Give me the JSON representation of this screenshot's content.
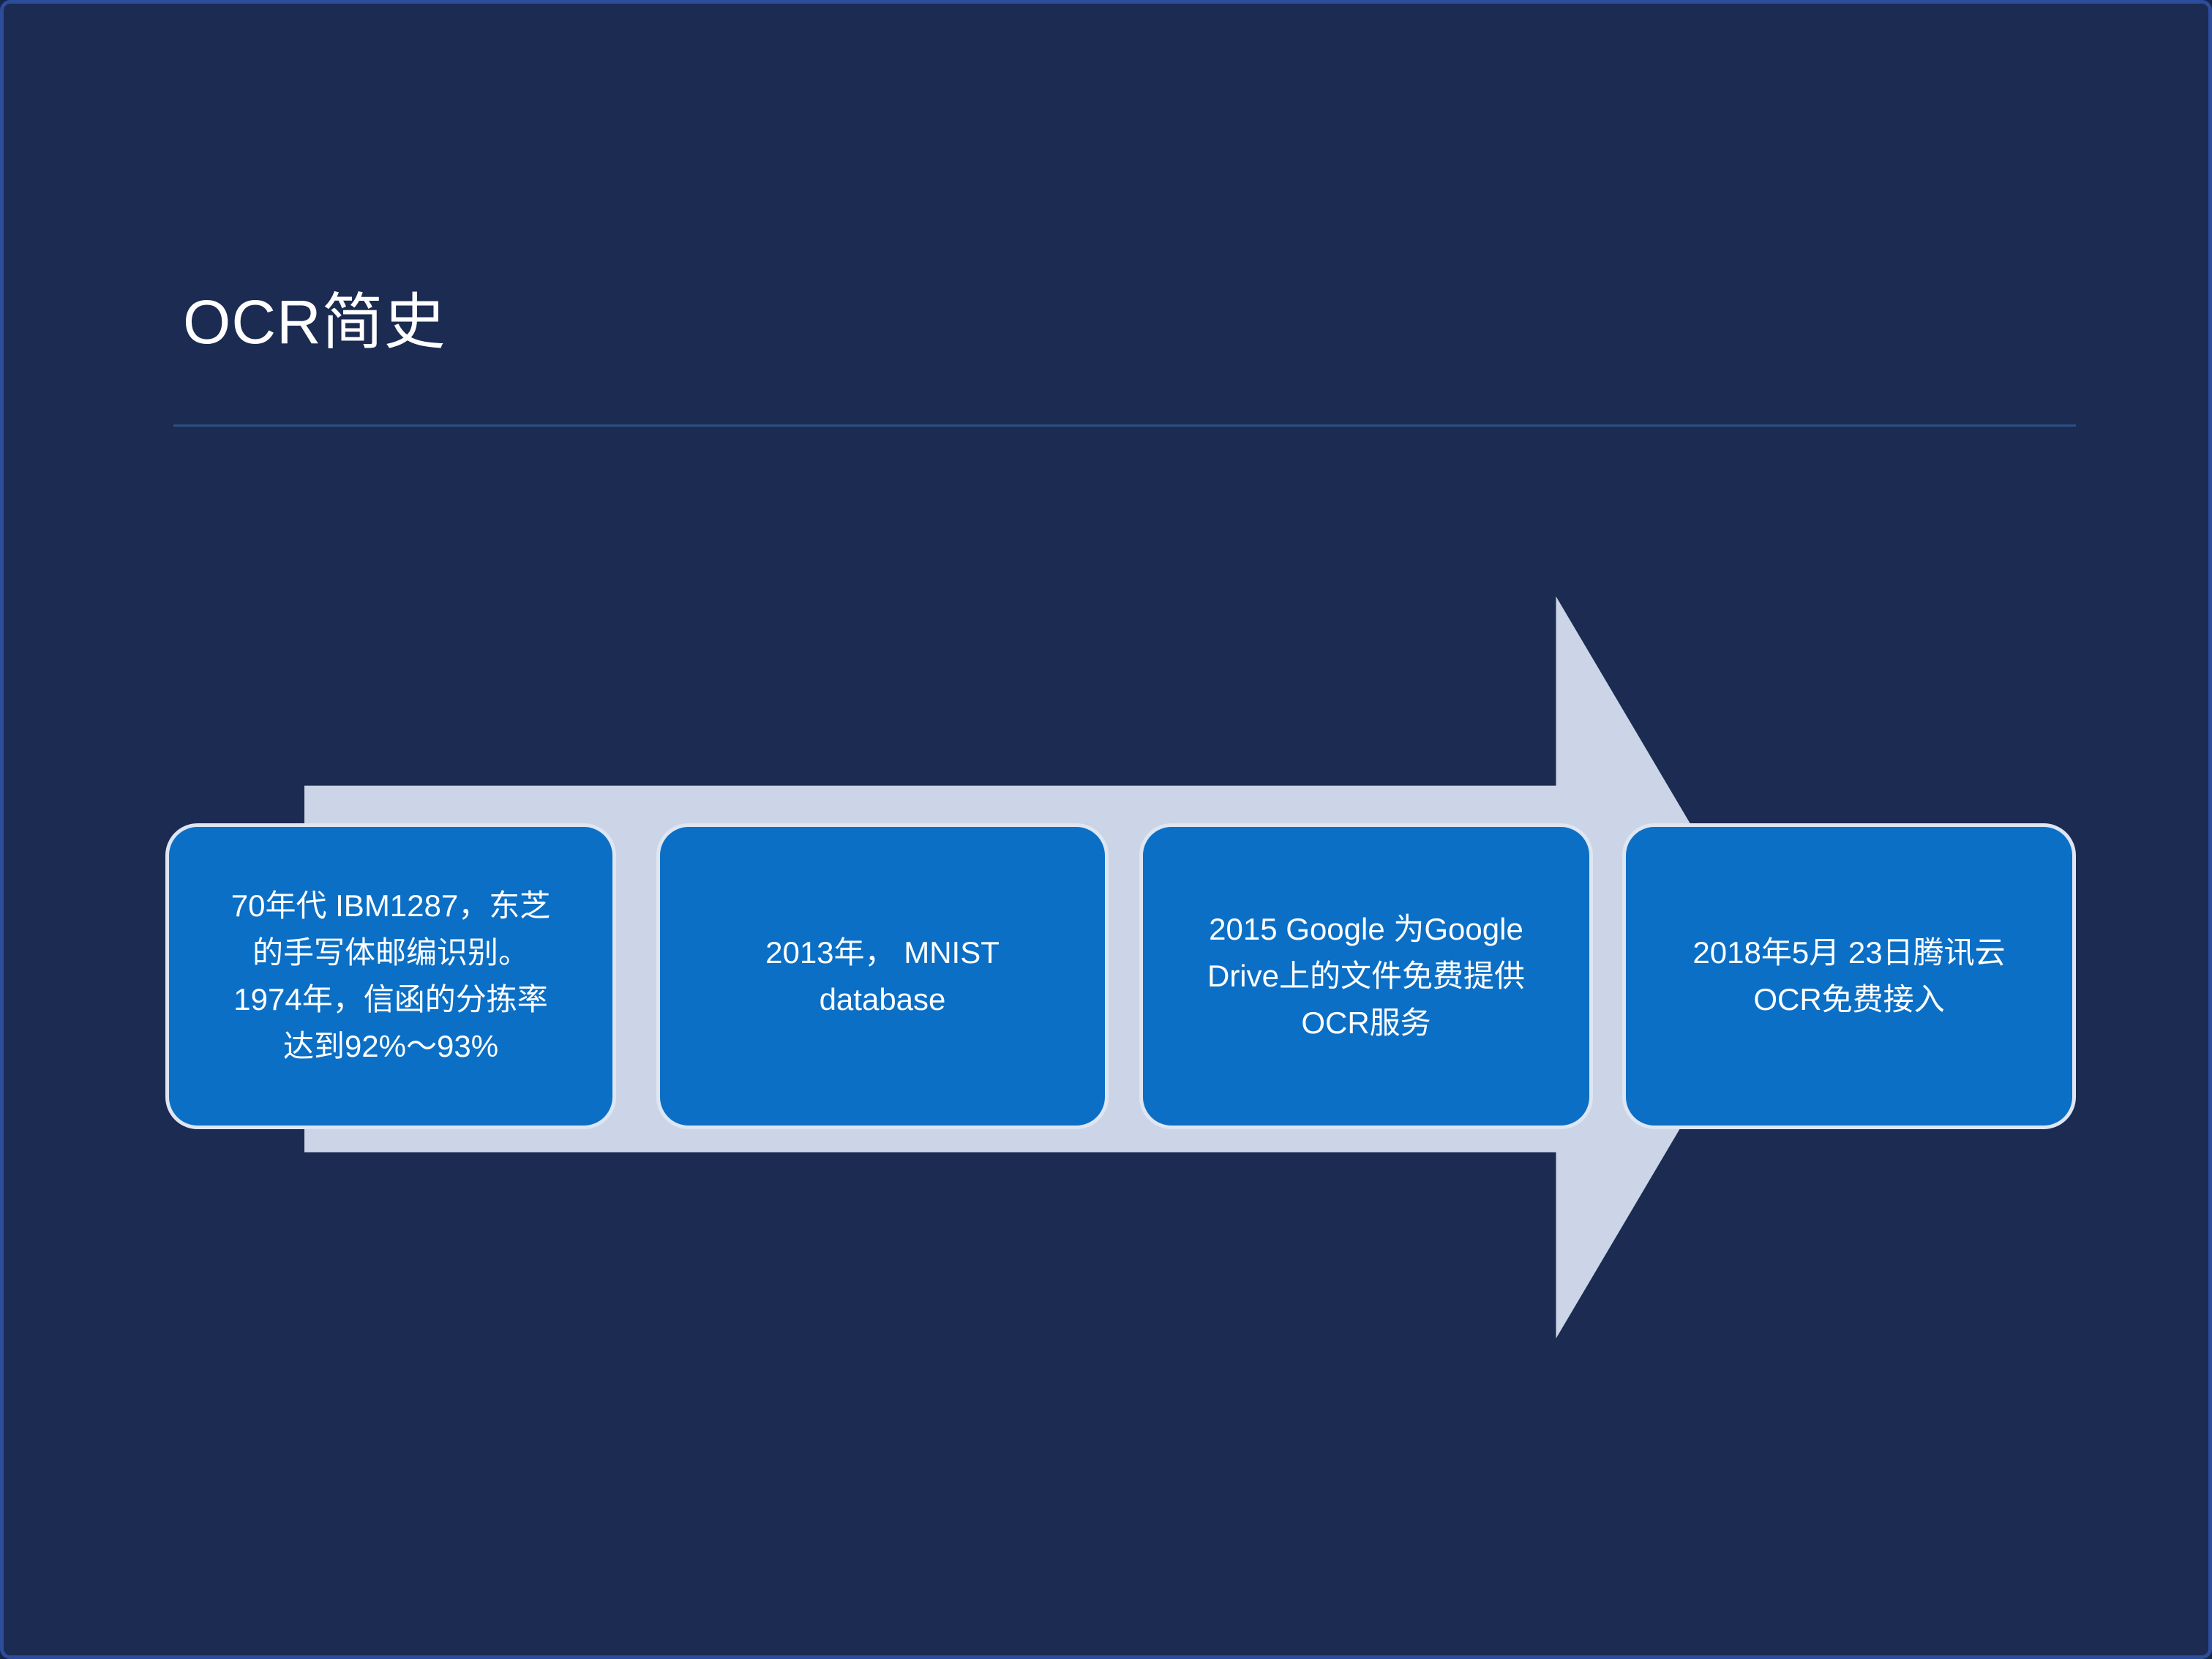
{
  "slide": {
    "title": "OCR简史"
  },
  "timeline": {
    "boxes": [
      {
        "lines": [
          "70年代 IBM1287，东芝",
          "的手写体邮编识别。",
          "1974年，信函的分拣率",
          "达到92%～93%"
        ]
      },
      {
        "lines": [
          "2013年， MNIST",
          "database"
        ]
      },
      {
        "lines": [
          "2015 Google 为Google",
          "Drive上的文件免费提供",
          "OCR服务"
        ]
      },
      {
        "lines": [
          "2018年5月 23日腾讯云",
          "OCR免费接入"
        ]
      }
    ]
  },
  "colors": {
    "background": "#1b2b52",
    "slide_border": "#2e4c9c",
    "divider": "#2d4e86",
    "arrow_fill": "#ccd5e7",
    "box_fill": "#0b6fc6",
    "box_border": "#dfe6f2",
    "text": "#ffffff"
  }
}
